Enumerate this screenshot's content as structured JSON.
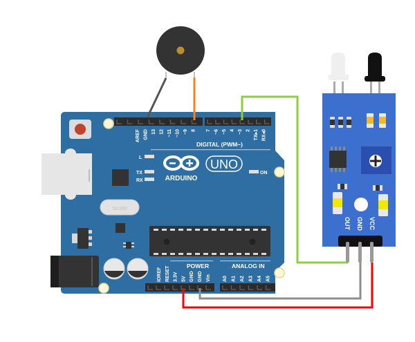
{
  "diagram": {
    "title": "Arduino UNO with IR obstacle sensor and buzzer",
    "board": {
      "brand": "ARDUINO",
      "model": "UNO",
      "digital_header_label": "DIGITAL (PWM~)",
      "power_header_label": "POWER",
      "analog_header_label": "ANALOG IN",
      "digital_pins_left": [
        "AREF",
        "GND",
        "13",
        "12",
        "~11",
        "~10",
        "~9",
        "8"
      ],
      "digital_pins_right": [
        "7",
        "~6",
        "~5",
        "4",
        "~3",
        "2",
        "TX▸1",
        "RX◂0"
      ],
      "power_pins": [
        "IOREF",
        "RESET",
        "3.3V",
        "5V",
        "GND",
        "GND",
        "Vin"
      ],
      "analog_pins": [
        "A0",
        "A1",
        "A2",
        "A3",
        "A4",
        "A5"
      ],
      "led_labels": {
        "l": "L",
        "tx": "TX",
        "rx": "RX",
        "on": "ON"
      },
      "crystal_text": "16.000"
    },
    "sensor": {
      "name": "IR obstacle sensor module",
      "pins": [
        "OUT",
        "GND",
        "VCC"
      ]
    },
    "buzzer": {
      "name": "Piezo buzzer"
    },
    "wires": [
      {
        "name": "buzzer-ground",
        "from": "Buzzer -",
        "to": "GND",
        "color": "#555555"
      },
      {
        "name": "buzzer-signal",
        "from": "Buzzer +",
        "to": "8",
        "color": "#f58220"
      },
      {
        "name": "sensor-out",
        "from": "OUT",
        "to": "3",
        "color": "#8cd03c"
      },
      {
        "name": "sensor-gnd",
        "from": "GND",
        "to": "GND",
        "color": "#8c8c8c"
      },
      {
        "name": "sensor-vcc",
        "from": "VCC",
        "to": "5V",
        "color": "#ff0000"
      }
    ],
    "colors": {
      "board": "#2f6ea3",
      "board_dark": "#245a88",
      "sensor_board": "#3d6fcf",
      "header": "#2b2b2b",
      "reset_button": "#c0432b"
    }
  }
}
